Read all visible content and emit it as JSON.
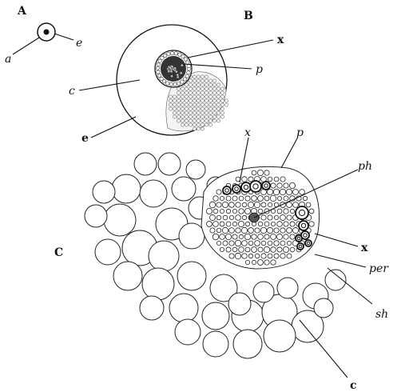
{
  "figure": {
    "panels": {
      "A": {
        "letter": "A",
        "labels": {
          "a": "a",
          "e": "e"
        }
      },
      "B": {
        "letter": "B",
        "labels": {
          "x": "x",
          "p": "p",
          "c": "c",
          "e": "e"
        }
      },
      "C": {
        "letter": "C",
        "labels": {
          "x_top": "x",
          "p": "p",
          "ph": "ph",
          "x_right": "x",
          "per": "per",
          "sh": "sh",
          "c": "c"
        }
      }
    }
  }
}
